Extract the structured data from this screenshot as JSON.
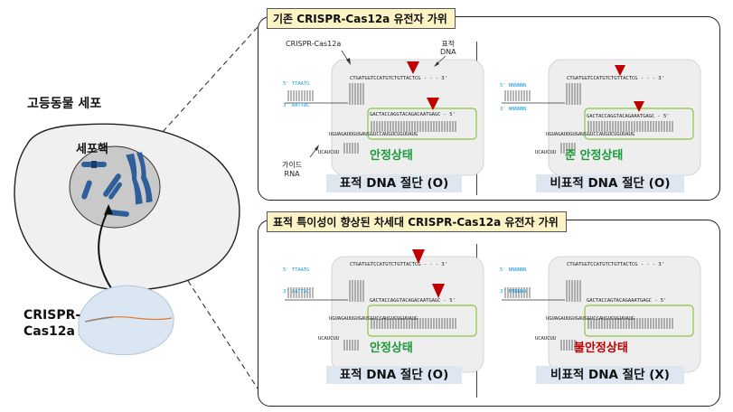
{
  "left": {
    "cell_label": "고등동물 세포",
    "nucleus_label": "세포핵",
    "enzyme_label_line1": "CRISPR-",
    "enzyme_label_line2": "Cas12a"
  },
  "top_panel": {
    "title": "기존 CRISPR-Cas12a 유전자 가위",
    "annotations": {
      "crispr_cas12a": "CRISPR-Cas12a",
      "target_dna_line1": "표적",
      "target_dna_line2": "DNA",
      "guide_rna_line1": "가이드",
      "guide_rna_line2": "RNA"
    },
    "left": {
      "state": "안정상태",
      "outcome": "표적 DNA 절단 (O)",
      "seq_top": "CTGATGGTCCATGTCTGTTACTCG - - - 3'",
      "seq_5prime_top": "5'  TTAATG",
      "seq_3prime_bottom": "3'  AATTAC",
      "seq_middle": "GACTACCAGGTACAGACAATGAGC - 5'",
      "seq_rna": "UGUAGAUUGUGAUGGUCCAUGUCUGUUAUG",
      "seq_loop": "UCAUCUU"
    },
    "right": {
      "state": "준 안정상태",
      "outcome": "비표적 DNA 절단 (O)",
      "seq_top": "CTGATGGTCCATGTCTGTTACTCG - - - 3'",
      "seq_5prime_top": "5'  NNNNNN",
      "seq_3prime_bottom": "3'  NNNNNN",
      "seq_middle": "GACTACCAGGTACAGAAATGAGC - 5'",
      "seq_rna": "UGUAGAUUGUGAUGGUCCAUGUCUGUUAUG",
      "seq_loop": "UCAUCUU"
    }
  },
  "bottom_panel": {
    "title": "표적 특이성이 향상된 차세대 CRISPR-Cas12a 유전자 가위",
    "left": {
      "state": "안정상태",
      "outcome": "표적 DNA 절단 (O)",
      "seq_top": "CTGATGGTCCATGTCTGTTACTCG - - - 3'",
      "seq_5prime_top": "5'  TTAATG",
      "seq_3prime_bottom": "3'  AATTAC",
      "seq_middle": "GACTACCAGGTACAGACAATGAGC - 5'",
      "seq_rna": "UGUAGAUUGUGAUGGUCCAUGUCUGUUAUG",
      "seq_loop": "UCAUCUU"
    },
    "right": {
      "state": "불안정상태",
      "outcome": "비표적 DNA 절단 (X)",
      "seq_top": "CTGATGGTCCATGTCTGTTACTCG - - - 3'",
      "seq_5prime_top": "5'  NNNNNN",
      "seq_3prime_bottom": "3'  NNNNNN",
      "seq_middle": "GACTACCAGTACAGAAATGAGC - 5'",
      "seq_rna": "UGUAGAUUGUGAUGGUCCAUGUCUGUUAUG",
      "seq_loop": "UCAUCUU"
    }
  },
  "colors": {
    "title_fill": "#fdf3c4",
    "outcome_fill": "#dde6f1",
    "stable_green": "#1a9a3a",
    "unstable_red": "#c00000",
    "cut_marker": "#c00000",
    "pam_blue": "#1f9bd8",
    "cell_fill": "#f0f0f0",
    "nucleus_fill": "#c9c9c9",
    "chromosome_blue": "#2f5f9a",
    "protein_fill": "#dbe6f3"
  }
}
